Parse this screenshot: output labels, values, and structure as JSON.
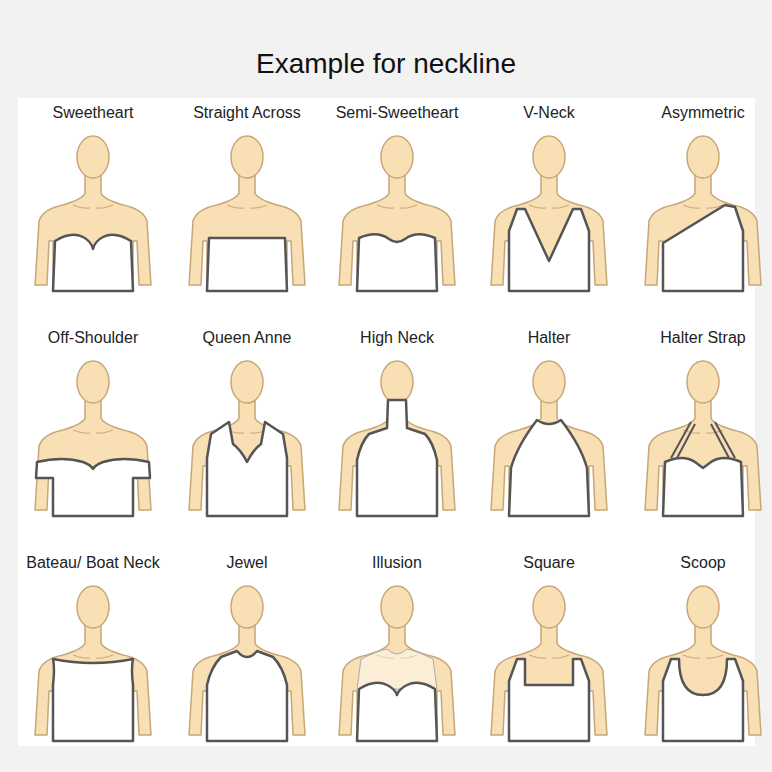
{
  "diagram": {
    "title": "Example for neckline",
    "labels": [
      "Sweetheart",
      "Straight Across",
      "Semi-Sweetheart",
      "V-Neck",
      "Asymmetric",
      "Off-Shoulder",
      "Queen Anne",
      "High Neck",
      "Halter",
      "Halter Strap",
      "Bateau/ Boat Neck",
      "Jewel",
      "Illusion",
      "Square",
      "Scoop"
    ]
  }
}
